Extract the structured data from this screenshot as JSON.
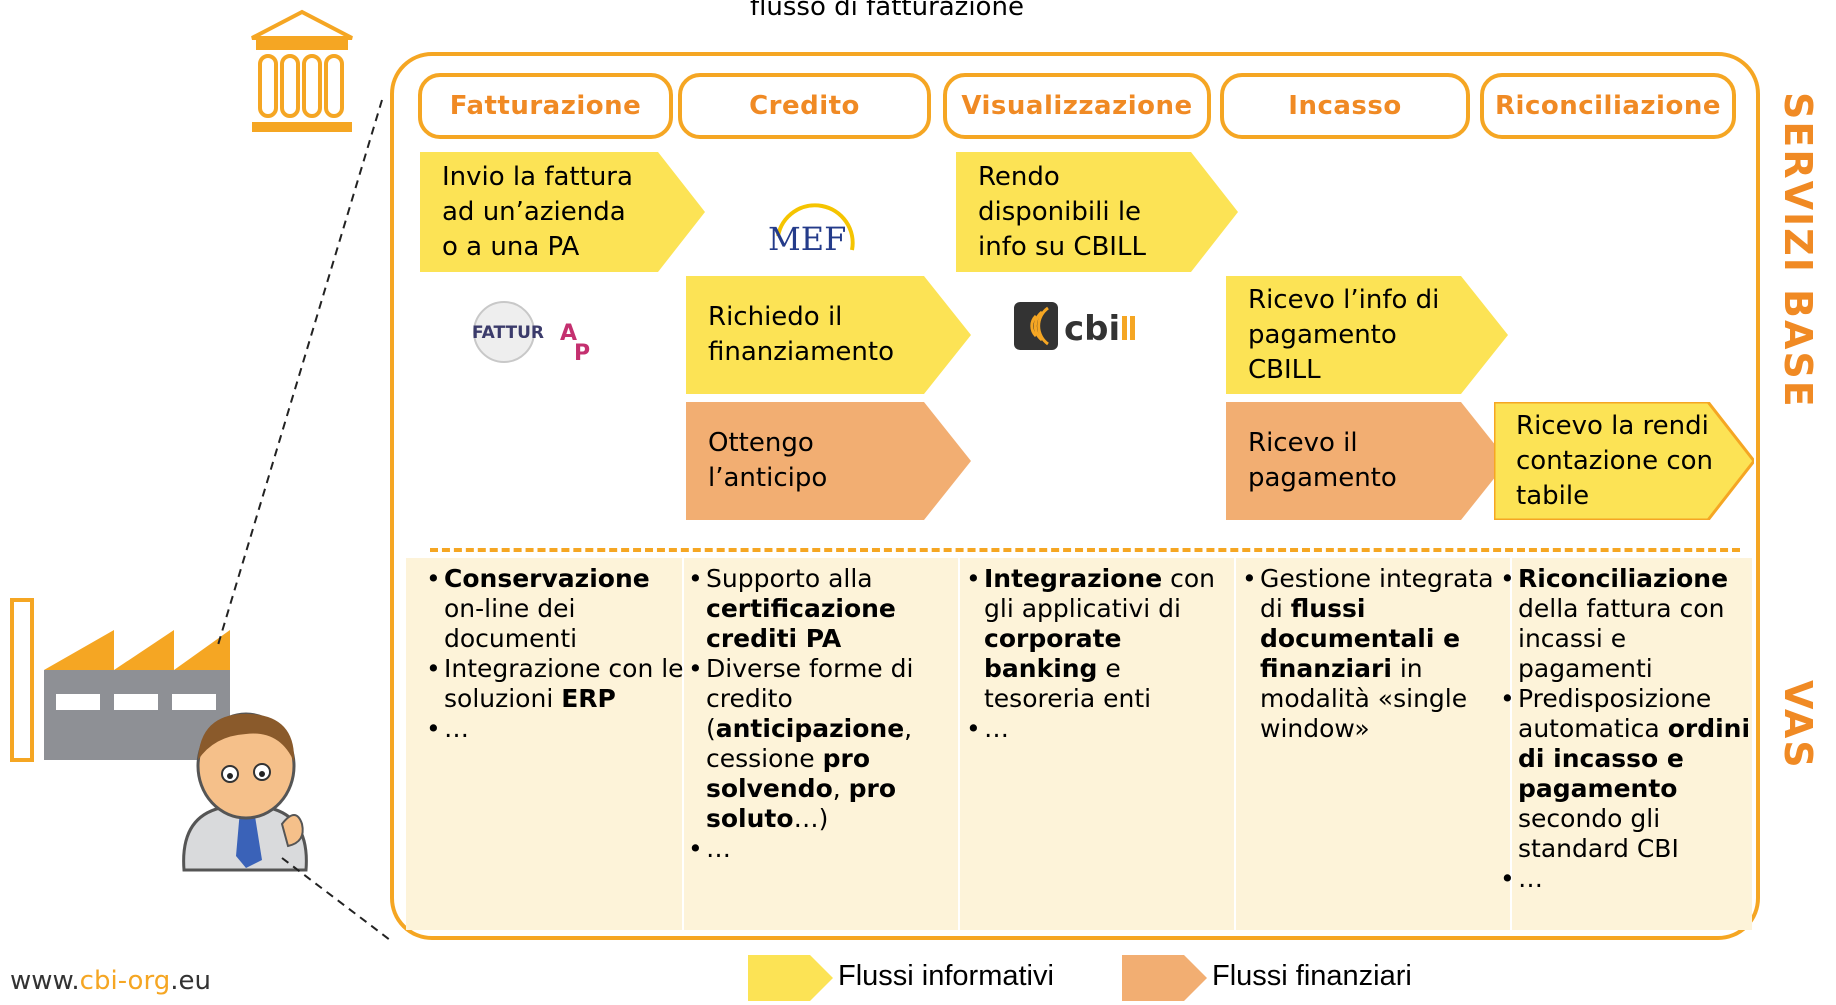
{
  "title": "flusso di fatturazione",
  "columns": [
    {
      "label": "Fatturazione"
    },
    {
      "label": "Credito"
    },
    {
      "label": "Visualizzazione"
    },
    {
      "label": "Incasso"
    },
    {
      "label": "Riconciliazione"
    }
  ],
  "steps": {
    "fatt_invio": "Invio la fattura ad un’azienda o a una PA",
    "credito_richiedo": "Richiedo il finanziamento",
    "credito_ottengo": "Ottengo l’anticipo",
    "vis_rendo": "Rendo disponibili le info su CBILL",
    "incasso_ricevo_info": "Ricevo l’info di pagamento CBILL",
    "incasso_ricevo_pag": "Ricevo il pagamento",
    "ric_ricevo": "Ricevo la rendicontazione contabile"
  },
  "logos": {
    "fattura_pa": "FATTURA PA",
    "mef": "MEF",
    "cbill": "cbill"
  },
  "side_labels": {
    "servizi_base": "SERVIZI BASE",
    "vas": "VAS"
  },
  "vas": {
    "col1": [
      [
        {
          "t": "Conservazione",
          "b": true
        },
        {
          "t": " on-line dei documenti",
          "b": false
        }
      ],
      [
        {
          "t": "Integrazione con le soluzioni ",
          "b": false
        },
        {
          "t": "ERP",
          "b": true
        }
      ],
      [
        {
          "t": "…",
          "b": false
        }
      ]
    ],
    "col2": [
      [
        {
          "t": "Supporto alla ",
          "b": false
        },
        {
          "t": "certificazione crediti PA",
          "b": true
        }
      ],
      [
        {
          "t": "Diverse forme di credito (",
          "b": false
        },
        {
          "t": "anticipazione",
          "b": true
        },
        {
          "t": ", cessione ",
          "b": false
        },
        {
          "t": "pro solvendo",
          "b": true
        },
        {
          "t": ", ",
          "b": false
        },
        {
          "t": "pro soluto",
          "b": true
        },
        {
          "t": "…)",
          "b": false
        }
      ],
      [
        {
          "t": "…",
          "b": false
        }
      ]
    ],
    "col3": [
      [
        {
          "t": "Integrazione",
          "b": true
        },
        {
          "t": " con gli applicativi di ",
          "b": false
        },
        {
          "t": "corporate banking",
          "b": true
        },
        {
          "t": " e tesoreria enti",
          "b": false
        }
      ],
      [
        {
          "t": "…",
          "b": false
        }
      ]
    ],
    "col4": [
      [
        {
          "t": "Gestione integrata di ",
          "b": false
        },
        {
          "t": "flussi documentali e finanziari",
          "b": true
        },
        {
          "t": " in modalità «single window»",
          "b": false
        }
      ]
    ],
    "col5": [
      [
        {
          "t": "Riconciliazione",
          "b": true
        },
        {
          "t": " della fattura con incassi e pagamenti",
          "b": false
        }
      ],
      [
        {
          "t": "Predisposizione automatica ",
          "b": false
        },
        {
          "t": "ordini di incasso e pagamento",
          "b": true
        },
        {
          "t": " secondo gli standard CBI",
          "b": false
        }
      ],
      [
        {
          "t": "…",
          "b": false
        }
      ]
    ]
  },
  "legend": {
    "informativi": "Flussi informativi",
    "finanziari": "Flussi finanziari"
  },
  "footer": {
    "prefix": "www.",
    "accent": "cbi-org",
    "suffix": ".eu"
  },
  "colors": {
    "accent": "#f5a623",
    "header_text": "#f08a24",
    "info_flow": "#fce355",
    "finance_flow": "#f2ae72",
    "vas_bg": "#fdf3d9"
  }
}
